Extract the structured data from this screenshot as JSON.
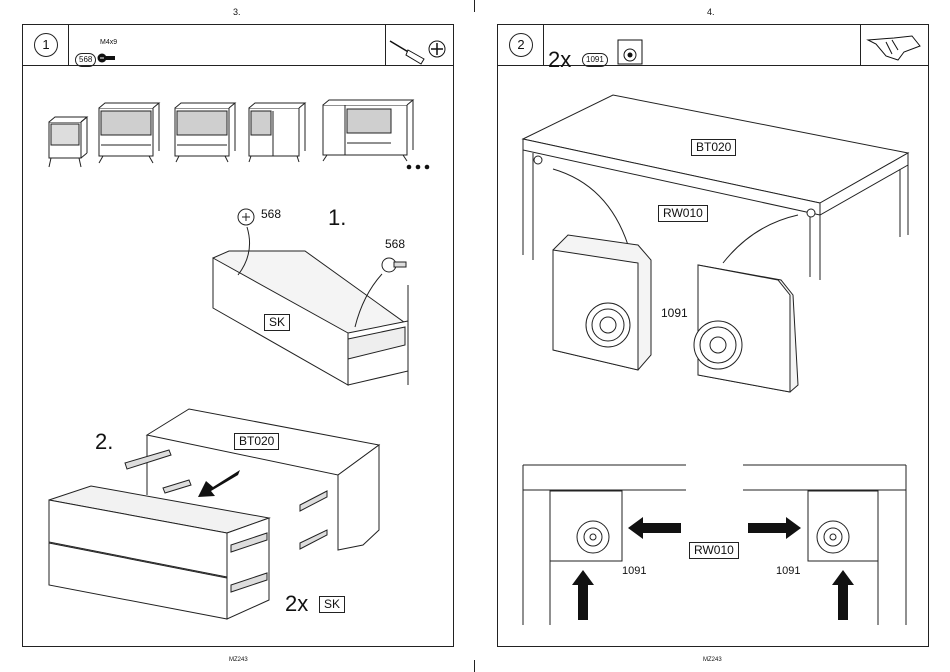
{
  "left_page": {
    "page_number": "3.",
    "footer": "MZ243",
    "step_number": "1",
    "hardware": {
      "spec": "M4x9",
      "part": "568"
    },
    "sub_step_1": "1.",
    "sub_step_2": "2.",
    "screw_label_a": "568",
    "screw_label_b": "568",
    "drawer_label": "SK",
    "frame_label": "BT020",
    "quantity": "2x",
    "quantity_label": "SK"
  },
  "right_page": {
    "page_number": "4.",
    "footer": "MZ243",
    "step_number": "2",
    "quantity": "2x",
    "part": "1091",
    "top_label": "BT020",
    "side_label": "RW010",
    "part_label": "1091",
    "bottom_label": "RW010",
    "bottom_part_left": "1091",
    "bottom_part_right": "1091"
  },
  "icons": {
    "screwdriver": "screwdriver-icon",
    "phillips": "phillips-head-icon",
    "hand": "hand-press-icon",
    "bumper": "bumper-pad-icon",
    "screw": "screw-icon"
  }
}
